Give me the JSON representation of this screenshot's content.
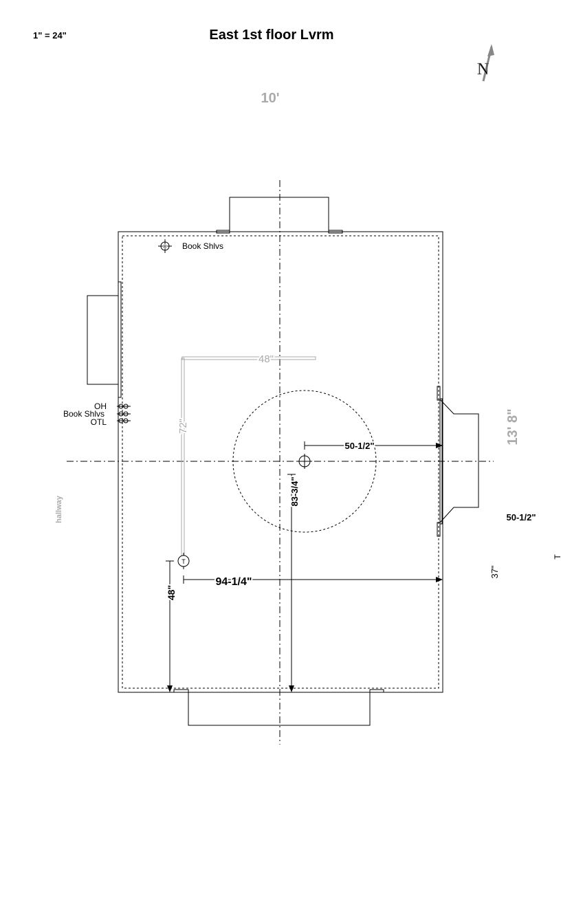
{
  "header": {
    "scale": "1\" = 24\"",
    "title": "East 1st floor Lvrm"
  },
  "compass": {
    "letter": "N",
    "icon": "north-arrow-icon"
  },
  "dimensions": {
    "room_width": "10'",
    "room_length": "13' 8\"",
    "light_to_right_wall": "50-1/2\"",
    "light_to_bottom_wall": "83-3/4\"",
    "t_to_right_wall": "94-1/4\"",
    "t_to_bottom_wall": "48\"",
    "gray_horizontal": "48\"",
    "gray_vertical": "72\"",
    "right_outside": "50-1/2\"",
    "right_outside_small": "37\""
  },
  "labels": {
    "hallway": "hallway",
    "r_fixture": "Book Shlvs",
    "r_symbol": "R",
    "t_symbol": "T",
    "left_oh": "OH",
    "left_book": "Book Shlvs",
    "left_otl": "OTL",
    "edge_t": "T"
  },
  "colors": {
    "line": "#000000",
    "annotation_gray": "#aaaaaa"
  }
}
